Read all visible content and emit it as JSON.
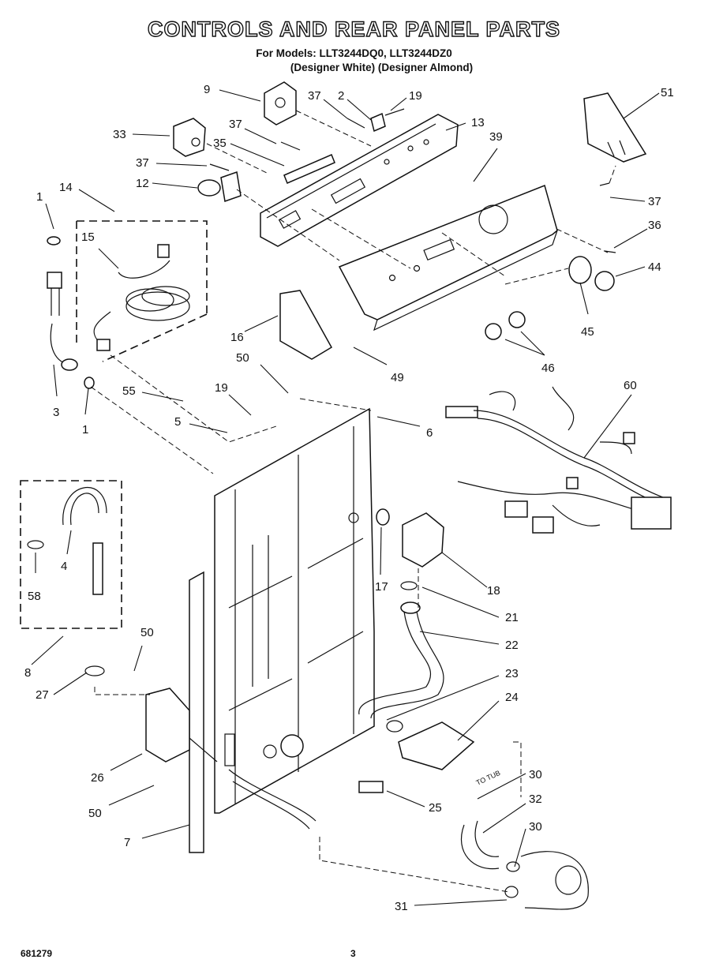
{
  "header": {
    "title": "CONTROLS AND REAR PANEL PARTS",
    "models_line": "For Models: LLT3244DQ0,  LLT3244DZ0",
    "finish_line": "(Designer White) (Designer Almond)"
  },
  "footer": {
    "doc_number": "681279",
    "page_number": "3"
  },
  "annotations": {
    "to_tub": "TO TUB"
  },
  "callouts": [
    {
      "id": "c9",
      "label": "9"
    },
    {
      "id": "c37a",
      "label": "37"
    },
    {
      "id": "c2",
      "label": "2"
    },
    {
      "id": "c19a",
      "label": "19"
    },
    {
      "id": "c13",
      "label": "13"
    },
    {
      "id": "c39",
      "label": "39"
    },
    {
      "id": "c51",
      "label": "51"
    },
    {
      "id": "c33",
      "label": "33"
    },
    {
      "id": "c37b",
      "label": "37"
    },
    {
      "id": "c35",
      "label": "35"
    },
    {
      "id": "c37c",
      "label": "37"
    },
    {
      "id": "c12",
      "label": "12"
    },
    {
      "id": "c37d",
      "label": "37"
    },
    {
      "id": "c1a",
      "label": "1"
    },
    {
      "id": "c14",
      "label": "14"
    },
    {
      "id": "c36",
      "label": "36"
    },
    {
      "id": "c15",
      "label": "15"
    },
    {
      "id": "c44",
      "label": "44"
    },
    {
      "id": "c45",
      "label": "45"
    },
    {
      "id": "c16",
      "label": "16"
    },
    {
      "id": "c46",
      "label": "46"
    },
    {
      "id": "c50a",
      "label": "50"
    },
    {
      "id": "c49",
      "label": "49"
    },
    {
      "id": "c60",
      "label": "60"
    },
    {
      "id": "c3",
      "label": "3"
    },
    {
      "id": "c1b",
      "label": "1"
    },
    {
      "id": "c55",
      "label": "55"
    },
    {
      "id": "c19b",
      "label": "19"
    },
    {
      "id": "c5",
      "label": "5"
    },
    {
      "id": "c6",
      "label": "6"
    },
    {
      "id": "c4",
      "label": "4"
    },
    {
      "id": "c58",
      "label": "58"
    },
    {
      "id": "c17",
      "label": "17"
    },
    {
      "id": "c18",
      "label": "18"
    },
    {
      "id": "c21",
      "label": "21"
    },
    {
      "id": "c22",
      "label": "22"
    },
    {
      "id": "c8",
      "label": "8"
    },
    {
      "id": "c50b",
      "label": "50"
    },
    {
      "id": "c27",
      "label": "27"
    },
    {
      "id": "c23",
      "label": "23"
    },
    {
      "id": "c24",
      "label": "24"
    },
    {
      "id": "c26",
      "label": "26"
    },
    {
      "id": "c30a",
      "label": "30"
    },
    {
      "id": "c50c",
      "label": "50"
    },
    {
      "id": "c25",
      "label": "25"
    },
    {
      "id": "c32",
      "label": "32"
    },
    {
      "id": "c30b",
      "label": "30"
    },
    {
      "id": "c7",
      "label": "7"
    },
    {
      "id": "c31",
      "label": "31"
    }
  ]
}
